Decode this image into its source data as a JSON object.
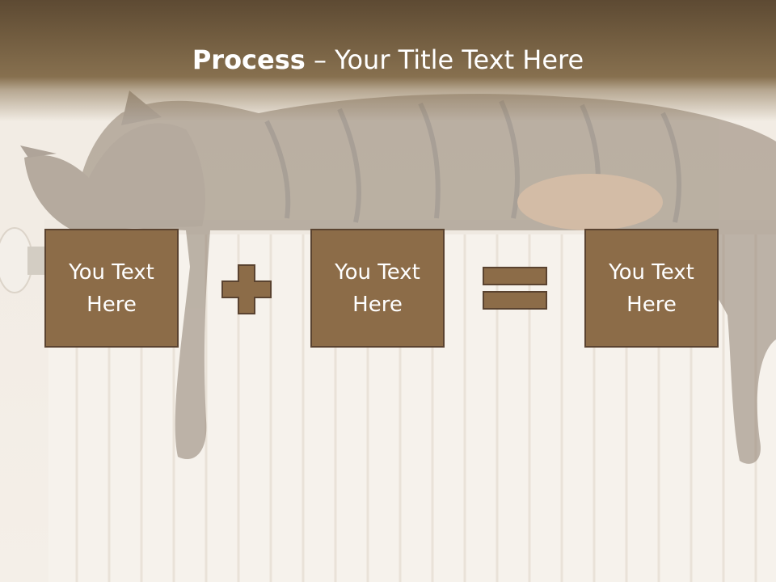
{
  "slide": {
    "title_strong": "Process",
    "title_rest": " – Your Title Text Here",
    "background": "photo of a tabby cat sleeping on a white radiator"
  },
  "process": {
    "boxes": [
      {
        "text": "You Text Here"
      },
      {
        "text": "You Text Here"
      },
      {
        "text": "You Text Here"
      }
    ],
    "operators": [
      "plus-icon",
      "equals-icon"
    ]
  },
  "colors": {
    "title_band": "#6f5a3e",
    "box_fill": "#8c6c48",
    "box_border": "#5a4330",
    "operator_fill": "#8c6c48",
    "text": "#ffffff"
  }
}
